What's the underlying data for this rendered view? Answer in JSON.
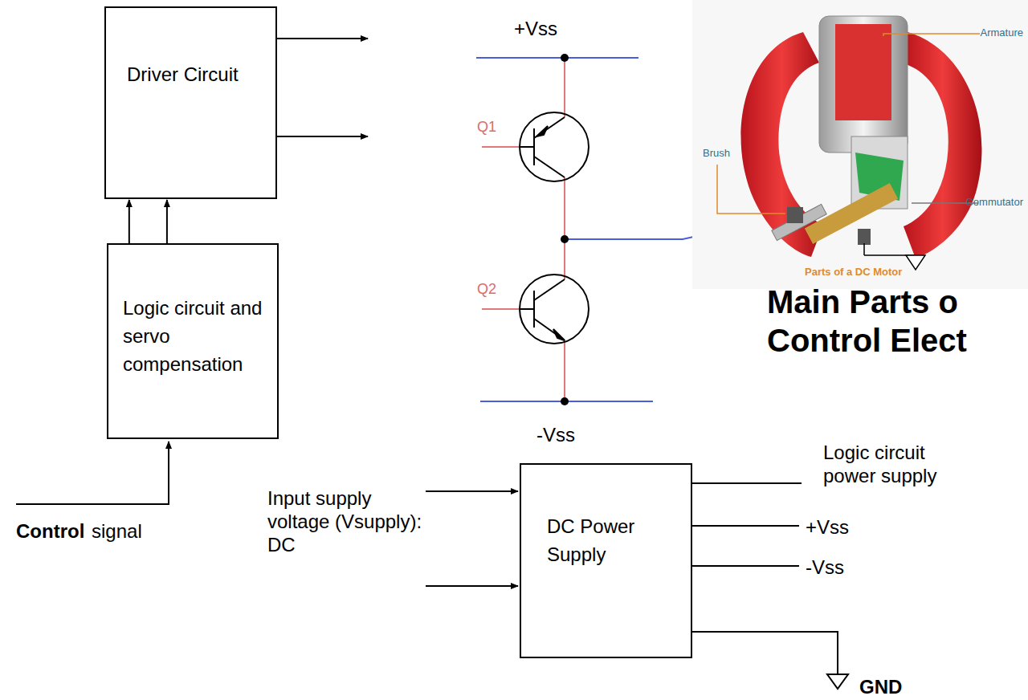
{
  "diagram": {
    "title": "Main Parts o Control Elect",
    "nodes": [
      {
        "text": [
          "Driver Circuit"
        ]
      },
      {
        "text": [
          "Logic circuit and servo compensation"
        ]
      },
      {
        "text": [
          "DC Power Supply"
        ]
      }
    ],
    "edges": [
      {
        "from": 1,
        "to": 0,
        "arrow": "to"
      },
      {
        "from": 1,
        "to": 0,
        "arrow": "to"
      }
    ],
    "labels": [
      "+Vss",
      "Q1",
      "Q2",
      "-Vss",
      "Armature",
      "Brush",
      "Commutator",
      "Parts of a DC Motor",
      "Control",
      "signal",
      "Input supply voltage (Vsupply): DC",
      "Logic circuit power supply",
      "+Vss",
      "-Vss",
      "GND"
    ]
  }
}
